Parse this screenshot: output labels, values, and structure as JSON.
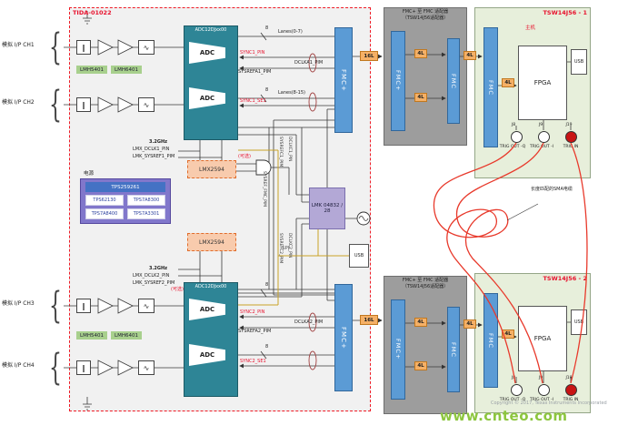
{
  "page": {
    "watermark": "www.cnteo.com",
    "copyright": "Copyright © 2017, Texas Instruments Incorporated"
  },
  "tida": {
    "title": "TIDA-01022",
    "channels": [
      {
        "label": "模拟 I/P CH1"
      },
      {
        "label": "模拟 I/P CH2"
      },
      {
        "label": "模拟 I/P CH3"
      },
      {
        "label": "模拟 I/P CH4"
      }
    ],
    "glyphs": {
      "brace": "{",
      "balun": "‖",
      "filter": "∿"
    },
    "amps": {
      "gain": "LMH5401",
      "vga": "LMH6401"
    },
    "adc1": {
      "title": "ADC12DJxx00",
      "core": "ADC"
    },
    "adc2": {
      "title": "ADC12DJxx00",
      "core": "ADC"
    },
    "fmc_top": "FMC+",
    "fmc_bottom": "FMC+",
    "usb": "USB",
    "clocking": {
      "lmx1": "LMX2594",
      "lmx2": "LMX2594",
      "lmk": "LMK 04832 / 28"
    },
    "power": {
      "label": "电源",
      "controller": "TPS259261",
      "chips": [
        "TPS62130",
        "TPS7A8300",
        "TPS7A8400",
        "TPS7A3301"
      ]
    },
    "signals": {
      "lanes_top": "Lanes(0-7)",
      "lanes_mid": "Lanes(8-15)",
      "bus_width": "8",
      "sync1_pin": "SYNC1_PIN",
      "sync1_se": "SYNC1_SE1",
      "sync2_pin": "SYNC2_PIN",
      "sync2_se": "SYNC2_SE1",
      "sysrefa1": "SYSREFA1_PIM",
      "dclka1": "DCLKA1_PIM",
      "sysrefa2": "SYSREFA2_PIM",
      "dclka2": "DCLKA2_PIM",
      "freq1": "3.2GHz",
      "lmx_dclk1": "LMX_DCLK1_PIN",
      "lmk_sysref1": "LMK_SYSREF1_PIM",
      "freq2": "3.2GHz",
      "lmx_dclk2": "LMX_DCLK2_PIN",
      "lmk_sysref2": "LMK_SYSREF2_PIM",
      "optional1": "(可选)",
      "optional2": "(可选)",
      "sysrefc1": "SYSREFC1_PIM",
      "dclkc1": "DCLKC1_PIN",
      "sysrefc2": "SYSREFC2_PIM",
      "dclkc2": "DCLKC2_PIN",
      "sysref_fmc": "SYSREF_FMC_PIM",
      "spi": "SPI"
    }
  },
  "adapters": [
    {
      "title_line1": "FMC+ 至 FMC 适配器",
      "title_line2": "（TSW14J56适配器）",
      "fmc_plus": "FMC+",
      "fmc": "FMC",
      "lane1": "4L",
      "lane2": "4L",
      "out": "4L",
      "link": "16L"
    },
    {
      "title_line1": "FMC+ 至 FMC 适配器",
      "title_line2": "（TSW14J56适配器）",
      "fmc_plus": "FMC+",
      "fmc": "FMC",
      "lane1": "4L",
      "lane2": "4L",
      "out": "4L",
      "link": "16L"
    }
  ],
  "boards": [
    {
      "title": "TSW14J56 - 1",
      "master": "主机",
      "fmc": "FMC",
      "lane": "4L",
      "fpga": "FPGA",
      "usb": "USB",
      "trig": [
        {
          "jack": "J8",
          "label": "TRIG OUT -Q"
        },
        {
          "jack": "J9",
          "label": "TRIG OUT -I"
        },
        {
          "jack": "J19",
          "label": "TRIG IN"
        }
      ]
    },
    {
      "title": "TSW14J56 - 2",
      "fmc": "FMC",
      "lane": "4L",
      "fpga": "FPGA",
      "usb": "USB",
      "trig": [
        {
          "jack": "J8",
          "label": "TRIG OUT -Q"
        },
        {
          "jack": "J9",
          "label": "TRIG OUT -I"
        },
        {
          "jack": "J19",
          "label": "TRIG IN"
        }
      ]
    }
  ],
  "cable_note": "长度匹配的SMA电缆"
}
